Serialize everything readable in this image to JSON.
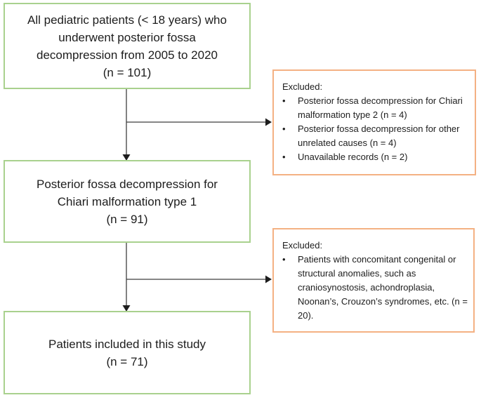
{
  "flow": {
    "top_box": {
      "lines": [
        "All pediatric patients (< 18 years) who",
        "underwent posterior fossa",
        "decompression from 2005 to 2020",
        "(n = 101)"
      ]
    },
    "excluded_box_1": {
      "heading": "Excluded:",
      "items": [
        "Posterior fossa decompression for Chiari malformation type 2 (n = 4)",
        "Posterior fossa decompression for other unrelated causes (n = 4)",
        "Unavailable records (n = 2)"
      ]
    },
    "middle_box": {
      "lines": [
        "Posterior fossa decompression for",
        "Chiari malformation type 1",
        "(n = 91)"
      ]
    },
    "excluded_box_2": {
      "heading": "Excluded:",
      "items": [
        "Patients with concomitant congenital or structural anomalies, such as craniosynostosis, achondroplasia, Noonan’s, Crouzon’s syndromes, etc. (n = 20)."
      ]
    },
    "bottom_box": {
      "lines": [
        "Patients included in this study",
        "(n = 71)"
      ]
    }
  },
  "glyphs": {
    "bullet": "•"
  },
  "colors": {
    "green_border": "#a9d18e",
    "orange_border": "#f4b183",
    "connector_line": "#3f3f3f",
    "text": "#1d1d1d"
  }
}
